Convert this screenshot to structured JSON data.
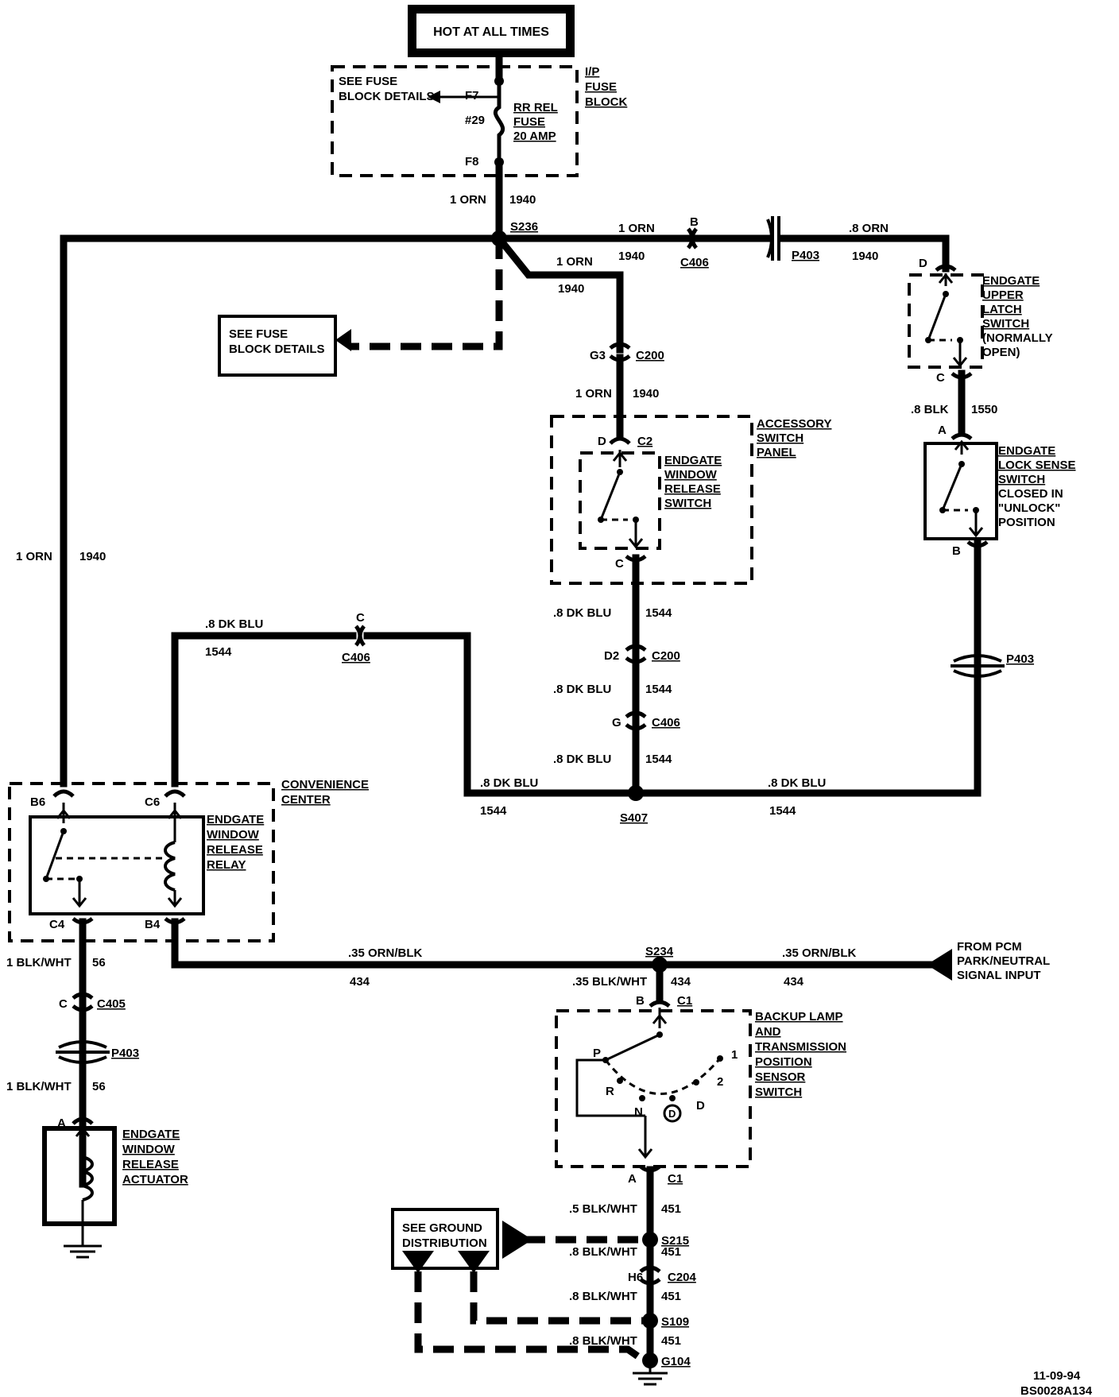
{
  "header": {
    "hot_label": "HOT AT ALL TIMES"
  },
  "fuse_block": {
    "see_details": "SEE FUSE BLOCK DETAILS",
    "see_line1": "SEE FUSE",
    "see_line2": "BLOCK DETAILS",
    "name_l1": "I/P",
    "name_l2": "FUSE",
    "name_l3": "BLOCK",
    "f7": "F7",
    "f8": "F8",
    "num": "#29",
    "fuse_l1": "RR REL",
    "fuse_l2": "FUSE",
    "fuse_l3": "20 AMP"
  },
  "wires": {
    "orn_1": "1 ORN",
    "orn_08": ".8 ORN",
    "c1940": "1940",
    "dkblu_08": ".8 DK BLU",
    "dkblu_08_sp": ".8  DK  BLU",
    "c1544": "1544",
    "blk_08": ".8 BLK",
    "c1550": "1550",
    "orn_blk_035": ".35 ORN/BLK",
    "blk_wht_035": ".35 BLK/WHT",
    "c434": "434",
    "blk_wht_1": "1 BLK/WHT",
    "c56": "56",
    "blk_wht_05": ".5 BLK/WHT",
    "blk_wht_08": ".8 BLK/WHT",
    "c451": "451"
  },
  "connectors": {
    "s236": "S236",
    "b": "B",
    "c406": "C406",
    "p403": "P403",
    "d": "D",
    "c": "C",
    "a": "A",
    "g3": "G3",
    "c200": "C200",
    "c2": "C2",
    "d2": "D2",
    "g": "G",
    "s407": "S407",
    "b6": "B6",
    "c6": "C6",
    "c4": "C4",
    "b4": "B4",
    "c405": "C405",
    "s234": "S234",
    "c1": "C1",
    "s215": "S215",
    "h6": "H6",
    "c204": "C204",
    "s109": "S109",
    "g104": "G104"
  },
  "components": {
    "upper_latch": [
      "ENDGATE",
      "UPPER",
      "LATCH",
      "SWITCH",
      "(NORMALLY",
      "OPEN)"
    ],
    "accessory_panel": [
      "ACCESSORY",
      "SWITCH",
      "PANEL"
    ],
    "release_switch": [
      "ENDGATE",
      "WINDOW",
      "RELEASE",
      "SWITCH"
    ],
    "lock_sense": [
      "ENDGATE",
      "LOCK SENSE",
      "SWITCH",
      "CLOSED IN",
      "\"UNLOCK\"",
      "POSITION"
    ],
    "convenience": [
      "CONVENIENCE",
      "CENTER"
    ],
    "relay": [
      "ENDGATE",
      "WINDOW",
      "RELEASE",
      "RELAY"
    ],
    "actuator": [
      "ENDGATE",
      "WINDOW",
      "RELEASE",
      "ACTUATOR"
    ],
    "backup_switch": [
      "BACKUP LAMP",
      "AND",
      "TRANSMISSION",
      "POSITION",
      "SENSOR",
      "SWITCH"
    ],
    "pcm": [
      "FROM PCM",
      "PARK/NEUTRAL",
      "SIGNAL INPUT"
    ],
    "ground_dist": [
      "SEE GROUND",
      "DISTRIBUTION"
    ],
    "gear_positions": [
      "P",
      "R",
      "N",
      "D",
      "D",
      "2",
      "1"
    ]
  },
  "footer": {
    "date": "11-09-94",
    "code": "BS0028A134"
  }
}
